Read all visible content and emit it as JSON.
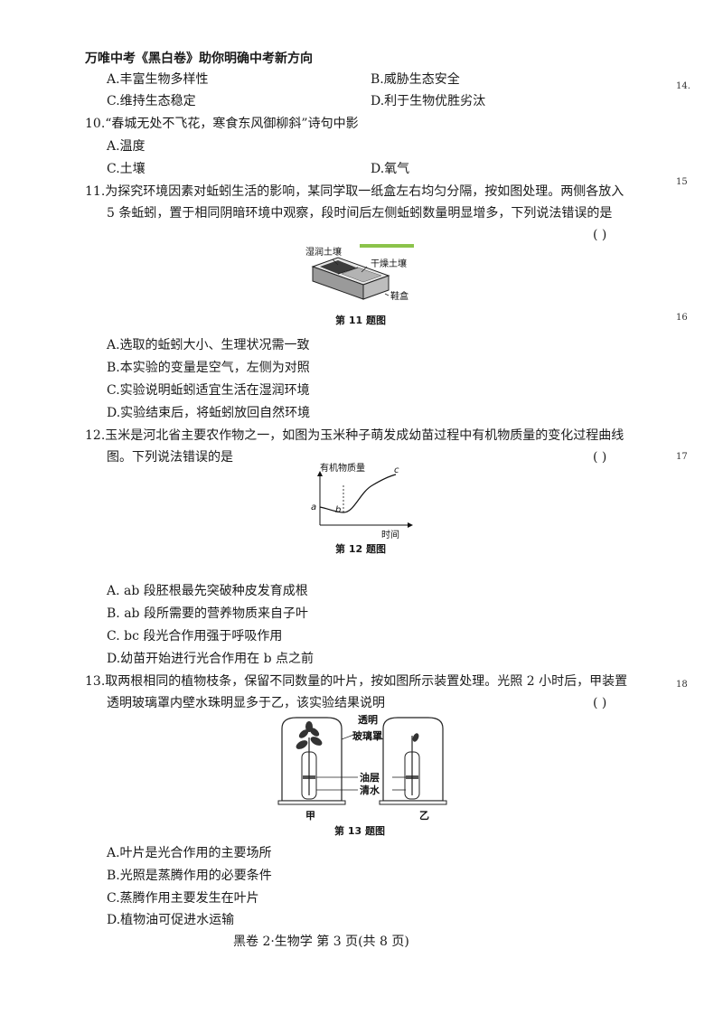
{
  "header": {
    "title": "万唯中考《黑白卷》助你明确中考新方向"
  },
  "side_numbers": [
    "14.",
    "15",
    "16",
    "17",
    "18"
  ],
  "q9": {
    "options": [
      "A.丰富生物多样性",
      "B.威胁生态安全",
      "C.维持生态稳定",
      "D.利于生物优胜劣汰"
    ]
  },
  "q10": {
    "stem": "10.“春城无处不飞花，寒食东风御柳斜”诗句中影",
    "options": [
      "A.温度",
      "C.土壤",
      "D.氧气"
    ]
  },
  "q11": {
    "stem_line1": "11.为探究环境因素对蚯蚓生活的影响，某同学取一纸盒左右均匀分隔，按如图处理。两侧各放入",
    "stem_line2": "5 条蚯蚓，置于相同阴暗环境中观察，段时间后左侧蚯蚓数量明显增多，下列说法错误的是",
    "bracket": "(    )",
    "figure": {
      "label_wet": "湿润土壤",
      "label_dry": "干燥土壤",
      "label_box": "鞋盒",
      "caption": "第 11 题图"
    },
    "options": [
      "A.选取的蚯蚓大小、生理状况需一致",
      "B.本实验的变量是空气，左侧为对照",
      "C.实验说明蚯蚓适宜生活在湿润环境",
      "D.实验结束后，将蚯蚓放回自然环境"
    ]
  },
  "q12": {
    "stem_line1": "12.玉米是河北省主要农作物之一，如图为玉米种子萌发成幼苗过程中有机物质量的变化过程曲线",
    "stem_line2": "图。下列说法错误的是",
    "bracket": "(    )",
    "figure": {
      "ylabel": "有机物质量",
      "xlabel": "时间",
      "point_a": "a",
      "point_b": "b",
      "point_c": "c",
      "caption": "第 12 题图"
    },
    "options": [
      "A. ab  段胚根最先突破种皮发育成根",
      "B. ab  段所需要的营养物质来自子叶",
      "C. bc  段光合作用强于呼吸作用",
      "D.幼苗开始进行光合作用在  b  点之前"
    ]
  },
  "q13": {
    "stem_line1": "13.取两根相同的植物枝条，保留不同数量的叶片，按如图所示装置处理。光照  2  小时后，甲装置",
    "stem_line2": "透明玻璃罩内壁水珠明显多于乙，该实验结果说明",
    "bracket": "(    )",
    "figure": {
      "label_glass_1": "透明",
      "label_glass_2": "玻璃罩",
      "label_oil": "油层",
      "label_water": "清水",
      "label_left": "甲",
      "label_right": "乙",
      "caption": "第 13 题图"
    },
    "options": [
      "A.叶片是光合作用的主要场所",
      "B.光照是蒸腾作用的必要条件",
      "C.蒸腾作用主要发生在叶片",
      "D.植物油可促进水运输"
    ]
  },
  "footer": {
    "text": "黑卷 2·生物学 第 3 页(共 8 页)"
  }
}
